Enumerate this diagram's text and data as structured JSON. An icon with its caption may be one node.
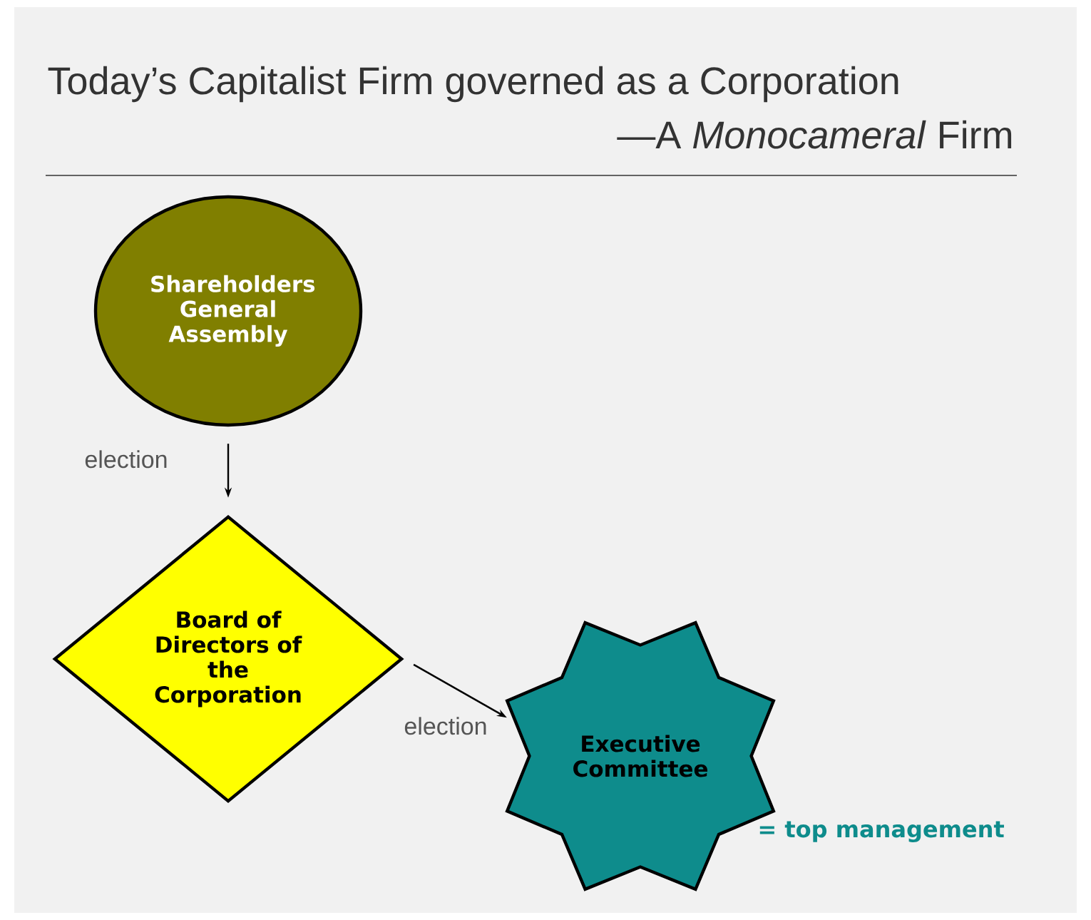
{
  "diagram": {
    "title": "Today’s Capitalist Firm governed as a Corporation",
    "nodes": [
      {
        "text": [
          "Shareholders General Assembly"
        ]
      },
      {
        "text": [
          "Board of Directors of the Corporation"
        ]
      },
      {
        "text": [
          "Executive Committee"
        ],
        "beside": [
          "= top management"
        ]
      }
    ],
    "edges": [
      {
        "from": 0,
        "to": 1,
        "arrow": "to",
        "label": "election"
      },
      {
        "from": 1,
        "to": 2,
        "arrow": "to",
        "label": "election"
      }
    ],
    "labels": [
      "—A *Monocameral* Firm"
    ]
  }
}
